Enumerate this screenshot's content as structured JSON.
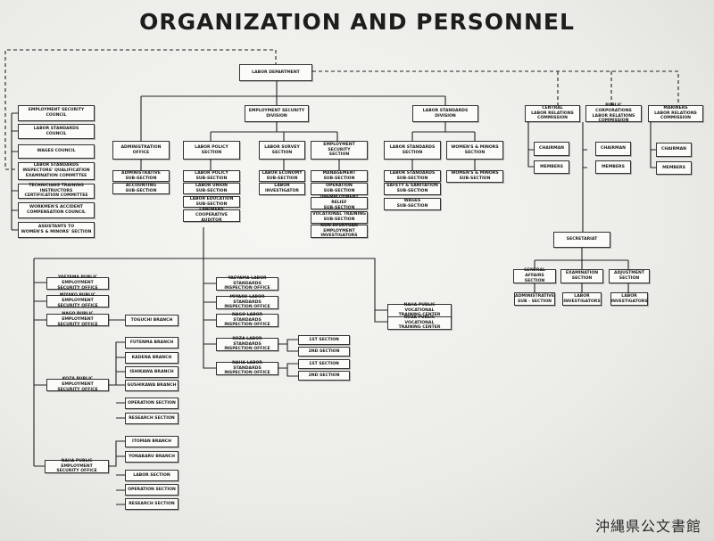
{
  "title": "ORGANIZATION AND PERSONNEL",
  "watermark": "沖縄県公文書館",
  "boxes": {
    "labor_department": "LABOR DEPARTMENT",
    "employment_security_council": "EMPLOYMENT SECURITY\nCOUNCIL",
    "labor_standards_council": "LABOR STANDARDS\nCOUNCIL",
    "wages_council": "WAGES COUNCIL",
    "inspectors_committee": "LABOR STANDARDS\nINSPECTORS' QUALIFICATION\nEXAMINATION COMMITTEE",
    "technicians_committee": "TECHNICIANS TRAINING INSTRUCTORS\nCERTIFICATION COMMITTEE",
    "compensation_council": "WORKMEN'S ACCIDENT\nCOMPENSATION COUNCIL",
    "assistants_women": "ASSISTANTS TO\nWOMEN'S & MINORS' SECTION",
    "employment_security_division": "EMPLOYMENT SECURITY\nDIVISION",
    "labor_standards_division": "LABOR STANDARDS\nDIVISION",
    "central_commission": "CENTRAL\nLABOR RELATIONS\nCOMMISSION",
    "public_corp_commission": "PUBLIC CORPORATIONS\nLABOR RELATIONS\nCOMMISSION",
    "mariners_commission": "MARINERS\nLABOR RELATIONS\nCOMMISSION",
    "chairman_1": "CHAIRMAN",
    "members_1": "MEMBERS",
    "chairman_2": "CHAIRMAN",
    "members_2": "MEMBERS",
    "chairman_3": "CHAIRMAN",
    "members_3": "MEMBERS",
    "administration_office": "ADMINISTRATION\nOFFICE",
    "administrative_subsection": "ADMINISTRATIVE\nSUB-SECTION",
    "accounting_subsection": "ACCOUNTING\nSUB-SECTION",
    "labor_policy_section": "LABOR POLICY\nSECTION",
    "labor_policy_subsection": "LABOR POLICY\nSUB-SECTION",
    "labor_union_subsection": "LABOR UNION\nSUB-SECTION",
    "labor_education_subsection": "LABOR EDUCATION\nSUB-SECTION",
    "laborers_auditor": "LABORERS COOPERATIVE\nAUDITOR",
    "labor_survey_section": "LABOR SURVEY\nSECTION",
    "labor_economy_subsection": "LABOR ECONOMY\nSUB-SECTION",
    "labor_investigator": "LABOR\nINVESTIGATOR",
    "employment_security_section": "EMPLOYMENT SECURITY\nSECTION",
    "management_subsection": "MANAGEMENT\nSUB-SECTION",
    "operation_subsection": "OPERATION\nSUB-SECTION",
    "unemployment_relief_subsection": "UNEMPLOYMENT RELIEF\nSUB-SECTION",
    "vocational_training_subsection": "VOCATIONAL TRAINING\nSUB-SECTION",
    "non_ryukyuan_investigators": "NON-RYUKYUAN EMPLOYMENT\nINVESTIGATORS",
    "labor_standards_section": "LABOR STANDARDS\nSECTION",
    "labor_standards_subsection": "LABOR STANDARDS\nSUB-SECTION",
    "safety_sanitation_subsection": "SAFETY & SANITATION\nSUB-SECTION",
    "wages_subsection": "WAGES\nSUB-SECTION",
    "womens_minors_section": "WOMEN'S & MINORS\nSECTION",
    "womens_minors_subsection": "WOMEN'S & MINORS\nSUB-SECTION",
    "secretariat": "SECRETARIAT",
    "general_affairs_section": "GENERAL AFFAIRS\nSECTION",
    "administrative_subsection_2": "ADMINISTRATIVE\nSUB - SECTION",
    "examination_section": "EXAMINATION\nSECTION",
    "labor_investigators_1": "LABOR\nINVESTIGATORS",
    "adjustment_section": "ADJUSTMENT\nSECTION",
    "labor_investigators_2": "LABOR\nINVESTIGATORS",
    "yaeyama_employment_office": "YAEYAMA PUBLIC EMPLOYMENT\nSECURITY OFFICE",
    "miyako_employment_office": "MIYAKO PUBLIC EMPLOYMENT\nSECURITY OFFICE",
    "nago_employment_office": "NAGO PUBLIC EMPLOYMENT\nSECURITY OFFICE",
    "toguchi_branch": "TOGUCHI BRANCH",
    "koza_employment_office": "KOZA PUBLIC EMPLOYMENT\nSECURITY OFFICE",
    "futenma_branch": "FUTENMA BRANCH",
    "kadena_branch": "KADENA BRANCH",
    "ishikawa_branch": "ISHIKAWA BRANCH",
    "gushikawa_branch": "GUSHIKAWA BRANCH",
    "operation_section_koza": "OPERATION SECTION",
    "research_section_koza": "RESEARCH SECTION",
    "naha_employment_office": "NAHA PUBLIC EMPLOYMENT\nSECURITY OFFICE",
    "itoman_branch": "ITOMAN BRANCH",
    "yonabaru_branch": "YONABARU BRANCH",
    "labor_section_naha": "LABOR SECTION",
    "operation_section_naha": "OPERATION SECTION",
    "research_section_naha": "RESEARCH SECTION",
    "yaeyama_standards_office": "YAEYAMA LABOR STANDARDS\nINSPECTION OFFICE",
    "miyako_standards_office": "MIYAKO LABOR STANDARDS\nINSPECTION OFFICE",
    "nago_standards_office": "NAGO LABOR STANDARDS\nINSPECTION OFFICE",
    "koza_standards_office": "KOZA LABOR STANDARDS\nINSPECTION OFFICE",
    "koza_1st_section": "1ST SECTION",
    "koza_2nd_section": "2ND SECTION",
    "naha_standards_office": "NAHA LABOR STANDARDS\nINSPECTION OFFICE",
    "naha_1st_section": "1ST SECTION",
    "naha_2nd_section": "2ND SECTION",
    "naha_vocational_center": "NAHA PUBLIC VOCATIONAL\nTRAINING CENTER",
    "koza_vocational_center": "KOZA PUBLIC VOCATIONAL\nTRAINING CENTER"
  }
}
